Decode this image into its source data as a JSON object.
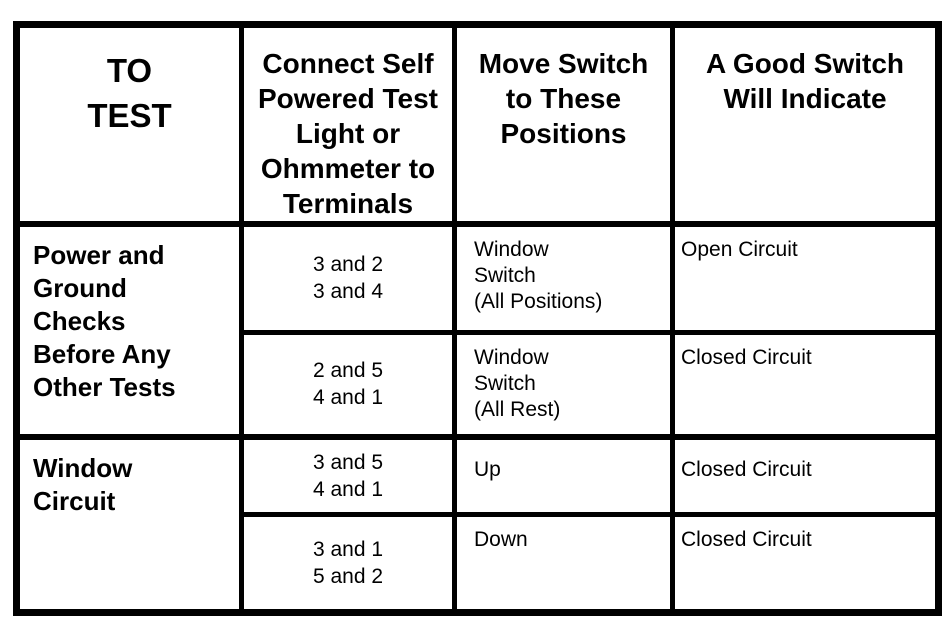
{
  "document": {
    "kind": "switch-continuity-test-table",
    "colors": {
      "border": "#000000",
      "background": "#ffffff",
      "text": "#000000"
    },
    "table": {
      "headers": [
        {
          "label": "TO\nTEST"
        },
        {
          "label": "Connect Self\nPowered Test\nLight or\nOhmmeter to\nTerminals"
        },
        {
          "label": "Move Switch\nto These\nPositions"
        },
        {
          "label": "A Good Switch\nWill Indicate"
        }
      ],
      "groups": [
        {
          "test": "Power and\nGround\nChecks\nBefore Any\nOther Tests",
          "rows": [
            {
              "terminals": "3 and 2\n3 and 4",
              "position": "Window\nSwitch\n(All Positions)",
              "indication": "Open Circuit"
            },
            {
              "terminals": "2 and 5\n4 and 1",
              "position": "Window\nSwitch\n(All Rest)",
              "indication": "Closed Circuit"
            }
          ]
        },
        {
          "test": "Window\nCircuit",
          "rows": [
            {
              "terminals": "3 and 5\n4 and 1",
              "position": "Up",
              "indication": "Closed Circuit"
            },
            {
              "terminals": "3 and 1\n5 and 2",
              "position": "Down",
              "indication": "Closed Circuit"
            }
          ]
        }
      ]
    }
  }
}
